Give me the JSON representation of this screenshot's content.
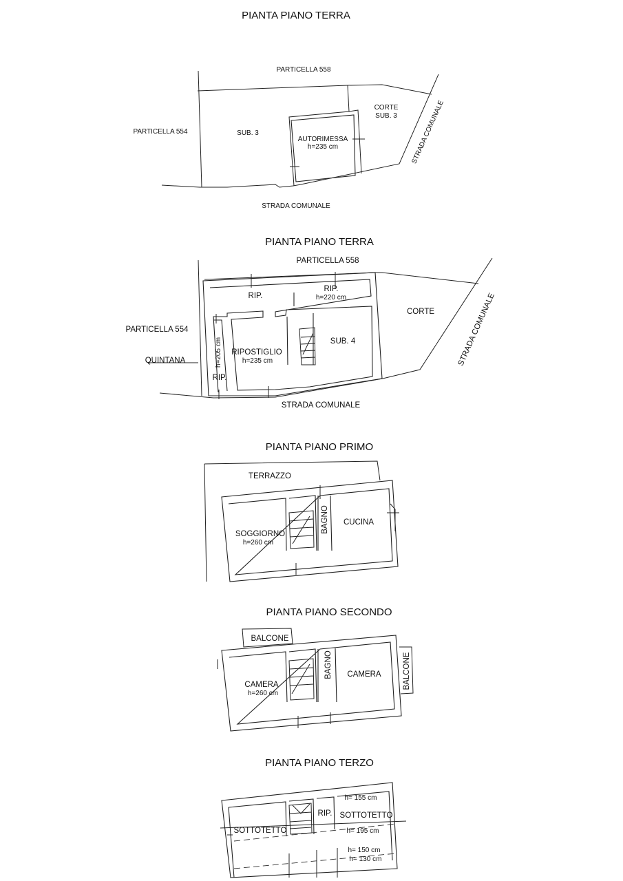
{
  "plans": [
    {
      "title": "PIANTA PIANO TERRA",
      "labels": {
        "north": "PARTICELLA 558",
        "west": "PARTICELLA 554",
        "south": "STRADA COMUNALE",
        "east": "STRADA COMUNALE",
        "sub": "SUB. 3",
        "corte": "CORTE",
        "corte_sub": "SUB. 3",
        "room": "AUTORIMESSA",
        "room_h": "h=235 cm"
      }
    },
    {
      "title": "PIANTA PIANO TERRA",
      "labels": {
        "north": "PARTICELLA 558",
        "west": "PARTICELLA 554",
        "quintana": "QUINTANA",
        "south": "STRADA COMUNALE",
        "east": "STRADA COMUNALE",
        "corte": "CORTE",
        "rip1": "RIP.",
        "rip2": "RIP.",
        "rip2_h": "h=220 cm",
        "rip3": "RIP.",
        "rip3_h": "h=205 cm",
        "ripostiglio": "RIPOSTIGLIO",
        "ripostiglio_h": "h=235 cm",
        "sub": "SUB. 4"
      }
    },
    {
      "title": "PIANTA PIANO PRIMO",
      "labels": {
        "terrazzo": "TERRAZZO",
        "soggiorno": "SOGGIORNO",
        "soggiorno_h": "h=260 cm",
        "bagno": "BAGNO",
        "cucina": "CUCINA"
      }
    },
    {
      "title": "PIANTA PIANO SECONDO",
      "labels": {
        "balcone1": "BALCONE",
        "camera1": "CAMERA",
        "camera1_h": "h=260 cm",
        "bagno": "BAGNO",
        "camera2": "CAMERA",
        "balcone2": "BALCONE"
      }
    },
    {
      "title": "PIANTA PIANO TERZO",
      "labels": {
        "sottotetto1": "SOTTOTETTO",
        "rip": "RIP.",
        "sottotetto2": "SOTTOTETTO",
        "h155": "h= 155 cm",
        "h195": "h= 195 cm",
        "h150": "h= 150 cm",
        "h130": "h= 130 cm"
      }
    }
  ]
}
